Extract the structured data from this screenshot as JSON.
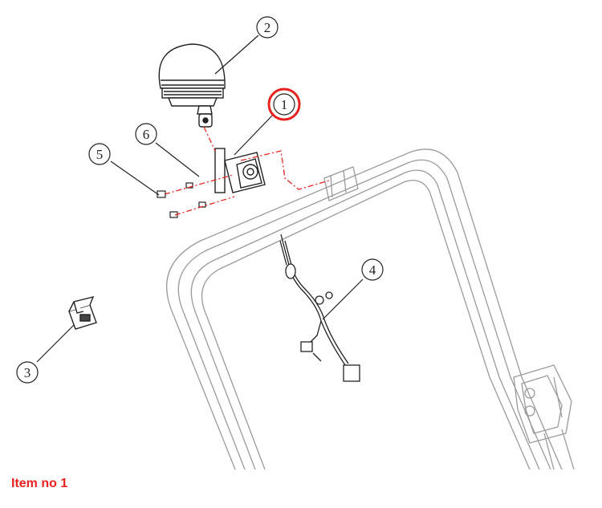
{
  "diagram": {
    "callouts": [
      {
        "id": "1",
        "label": "1",
        "highlighted": true
      },
      {
        "id": "2",
        "label": "2",
        "highlighted": false
      },
      {
        "id": "3",
        "label": "3",
        "highlighted": false
      },
      {
        "id": "4",
        "label": "4",
        "highlighted": false
      },
      {
        "id": "5",
        "label": "5",
        "highlighted": false
      },
      {
        "id": "6",
        "label": "6",
        "highlighted": false
      }
    ],
    "highlight_color": "#e8231f",
    "line_color": "#222222",
    "frame_color": "#9a9a9a"
  },
  "caption": {
    "text": "Item no 1",
    "color": "#e8231f"
  }
}
